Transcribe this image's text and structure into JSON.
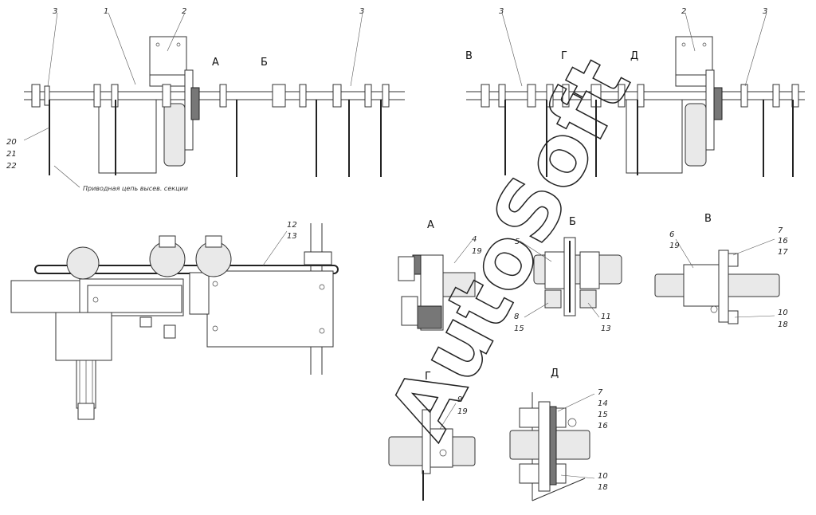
{
  "watermark": "AutoSoft",
  "views": {
    "A_top": "А",
    "B_top": "Б",
    "V_top": "В",
    "G_top": "Г",
    "D_top": "Д",
    "A": "А",
    "B": "Б",
    "V": "В",
    "G": "Г",
    "D": "Д"
  },
  "note": "Приводная цепь высев. секции",
  "labels": {
    "l3a": "3",
    "l1": "1",
    "l2a": "2",
    "l3b": "3",
    "l3c": "3",
    "l2b": "2",
    "l3d": "3",
    "l20": "20",
    "l21": "21",
    "l22": "22",
    "l12": "12",
    "l13a": "13",
    "l4": "4",
    "l19a": "19",
    "l5": "5",
    "l8": "8",
    "l15a": "15",
    "l11": "11",
    "l13b": "13",
    "l6": "6",
    "l19b": "19",
    "l7a": "7",
    "l16a": "16",
    "l17": "17",
    "l10a": "10",
    "l18a": "18",
    "l9": "9",
    "l19c": "19",
    "l7b": "7",
    "l14": "14",
    "l15b": "15",
    "l16b": "16",
    "l10b": "10",
    "l18b": "18"
  }
}
